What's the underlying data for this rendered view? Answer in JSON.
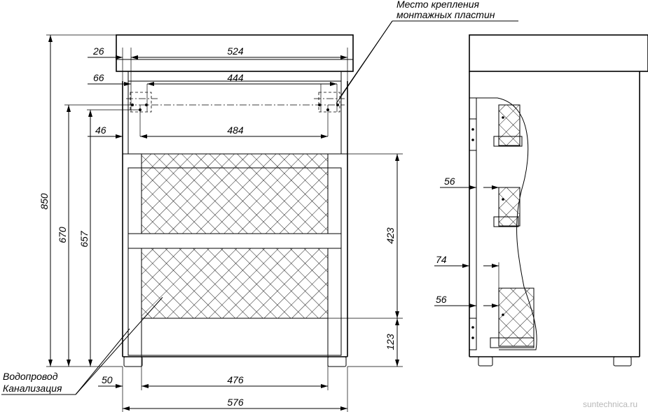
{
  "labels": {
    "mounting_line1": "Место крепления",
    "mounting_line2": "монтажных пластин",
    "water_line1": "Водопровод",
    "water_line2": "Канализация",
    "watermark": "suntechnica.ru"
  },
  "dimensions": {
    "overall_height": "850",
    "height_670": "670",
    "height_657": "657",
    "width_26": "26",
    "width_524": "524",
    "width_66": "66",
    "width_444": "444",
    "width_46": "46",
    "width_484": "484",
    "drawer_height_423": "423",
    "plinth_height_123": "123",
    "offset_50": "50",
    "width_476": "476",
    "overall_width": "576",
    "side_56_top": "56",
    "side_74": "74",
    "side_56_bottom": "56"
  }
}
